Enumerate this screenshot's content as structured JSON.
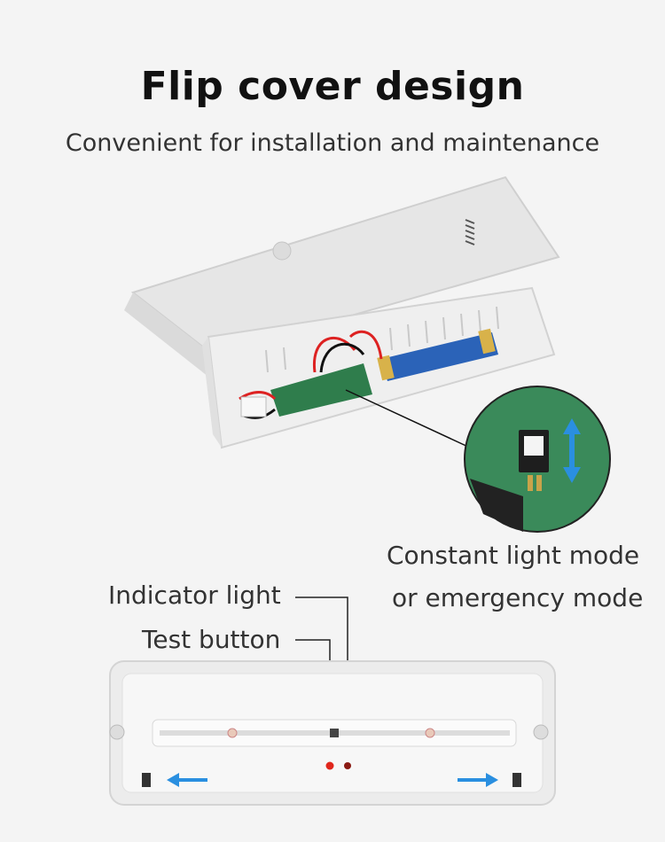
{
  "header": {
    "title": "Flip cover design",
    "subtitle": "Convenient for installation and maintenance"
  },
  "callouts": {
    "mode_line1": "Constant light mode",
    "mode_line2": "or emergency mode",
    "indicator_light": "Indicator light",
    "test_button": "Test button"
  },
  "colors": {
    "background": "#f4f4f4",
    "arrow_blue": "#2a8fe0",
    "pcb_green": "#2f7d4c",
    "battery_blue": "#2b63b8",
    "indicator_red": "#e0271c"
  }
}
